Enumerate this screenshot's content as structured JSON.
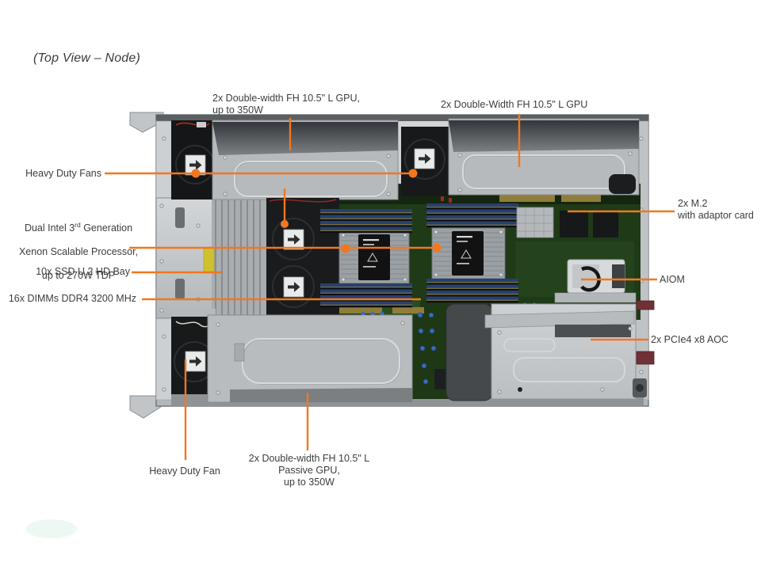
{
  "title": "(Top View – Node)",
  "colors": {
    "accent": "#F2771E",
    "label_text": "#3D3D3D",
    "chassis_metal": "#C6C9CC",
    "shroud_dark_band": "#45484B",
    "motherboard_green": "#1F3A17",
    "fan_black": "#17191B"
  },
  "icons": {
    "fan_arrow": "right-arrow-shape"
  },
  "callouts": {
    "gpu_top_left": {
      "label": "2x Double-width FH 10.5\" L GPU,\nup to 350W"
    },
    "gpu_top_right": {
      "label": "2x Double-Width FH 10.5\" L GPU"
    },
    "heavy_duty_fans": {
      "label": "Heavy Duty Fans"
    },
    "cpu": {
      "line1_pre": "Dual Intel 3",
      "line1_sup": "rd",
      "line1_post": " Generation",
      "line2": "Xenon Scalable Processor,",
      "line3": "up to 270W TDP"
    },
    "ssd_bay": {
      "label": "10x SSD U.2 HD Bay"
    },
    "dimms": {
      "label": "16x DIMMs DDR4 3200 MHz"
    },
    "m2": {
      "label": "2x M.2\nwith adaptor card"
    },
    "aiom": {
      "label": "AIOM"
    },
    "pcie": {
      "label": "2x PCIe4 x8 AOC"
    },
    "heavy_duty_fan_bottom": {
      "label": "Heavy Duty Fan"
    },
    "gpu_bottom": {
      "label": "2x Double-width FH 10.5\" L\nPassive GPU,\nup to 350W"
    }
  }
}
